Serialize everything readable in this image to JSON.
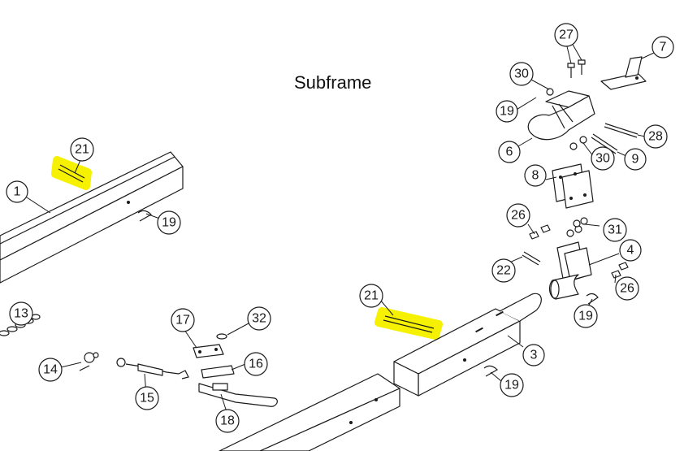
{
  "title": "Subframe",
  "highlight_color": "#f5f100",
  "callouts": [
    {
      "id": "c1",
      "label": "1"
    },
    {
      "id": "c3",
      "label": "3"
    },
    {
      "id": "c4",
      "label": "4"
    },
    {
      "id": "c6",
      "label": "6"
    },
    {
      "id": "c7",
      "label": "7"
    },
    {
      "id": "c8",
      "label": "8"
    },
    {
      "id": "c9",
      "label": "9"
    },
    {
      "id": "c13",
      "label": "13"
    },
    {
      "id": "c14",
      "label": "14"
    },
    {
      "id": "c15",
      "label": "15"
    },
    {
      "id": "c16",
      "label": "16"
    },
    {
      "id": "c17",
      "label": "17"
    },
    {
      "id": "c18",
      "label": "18"
    },
    {
      "id": "c19a",
      "label": "19"
    },
    {
      "id": "c19b",
      "label": "19"
    },
    {
      "id": "c19c",
      "label": "19"
    },
    {
      "id": "c19d",
      "label": "19"
    },
    {
      "id": "c21a",
      "label": "21"
    },
    {
      "id": "c21b",
      "label": "21"
    },
    {
      "id": "c22",
      "label": "22"
    },
    {
      "id": "c26a",
      "label": "26"
    },
    {
      "id": "c26b",
      "label": "26"
    },
    {
      "id": "c27",
      "label": "27"
    },
    {
      "id": "c28",
      "label": "28"
    },
    {
      "id": "c30a",
      "label": "30"
    },
    {
      "id": "c30b",
      "label": "30"
    },
    {
      "id": "c31",
      "label": "31"
    },
    {
      "id": "c32",
      "label": "32"
    }
  ]
}
